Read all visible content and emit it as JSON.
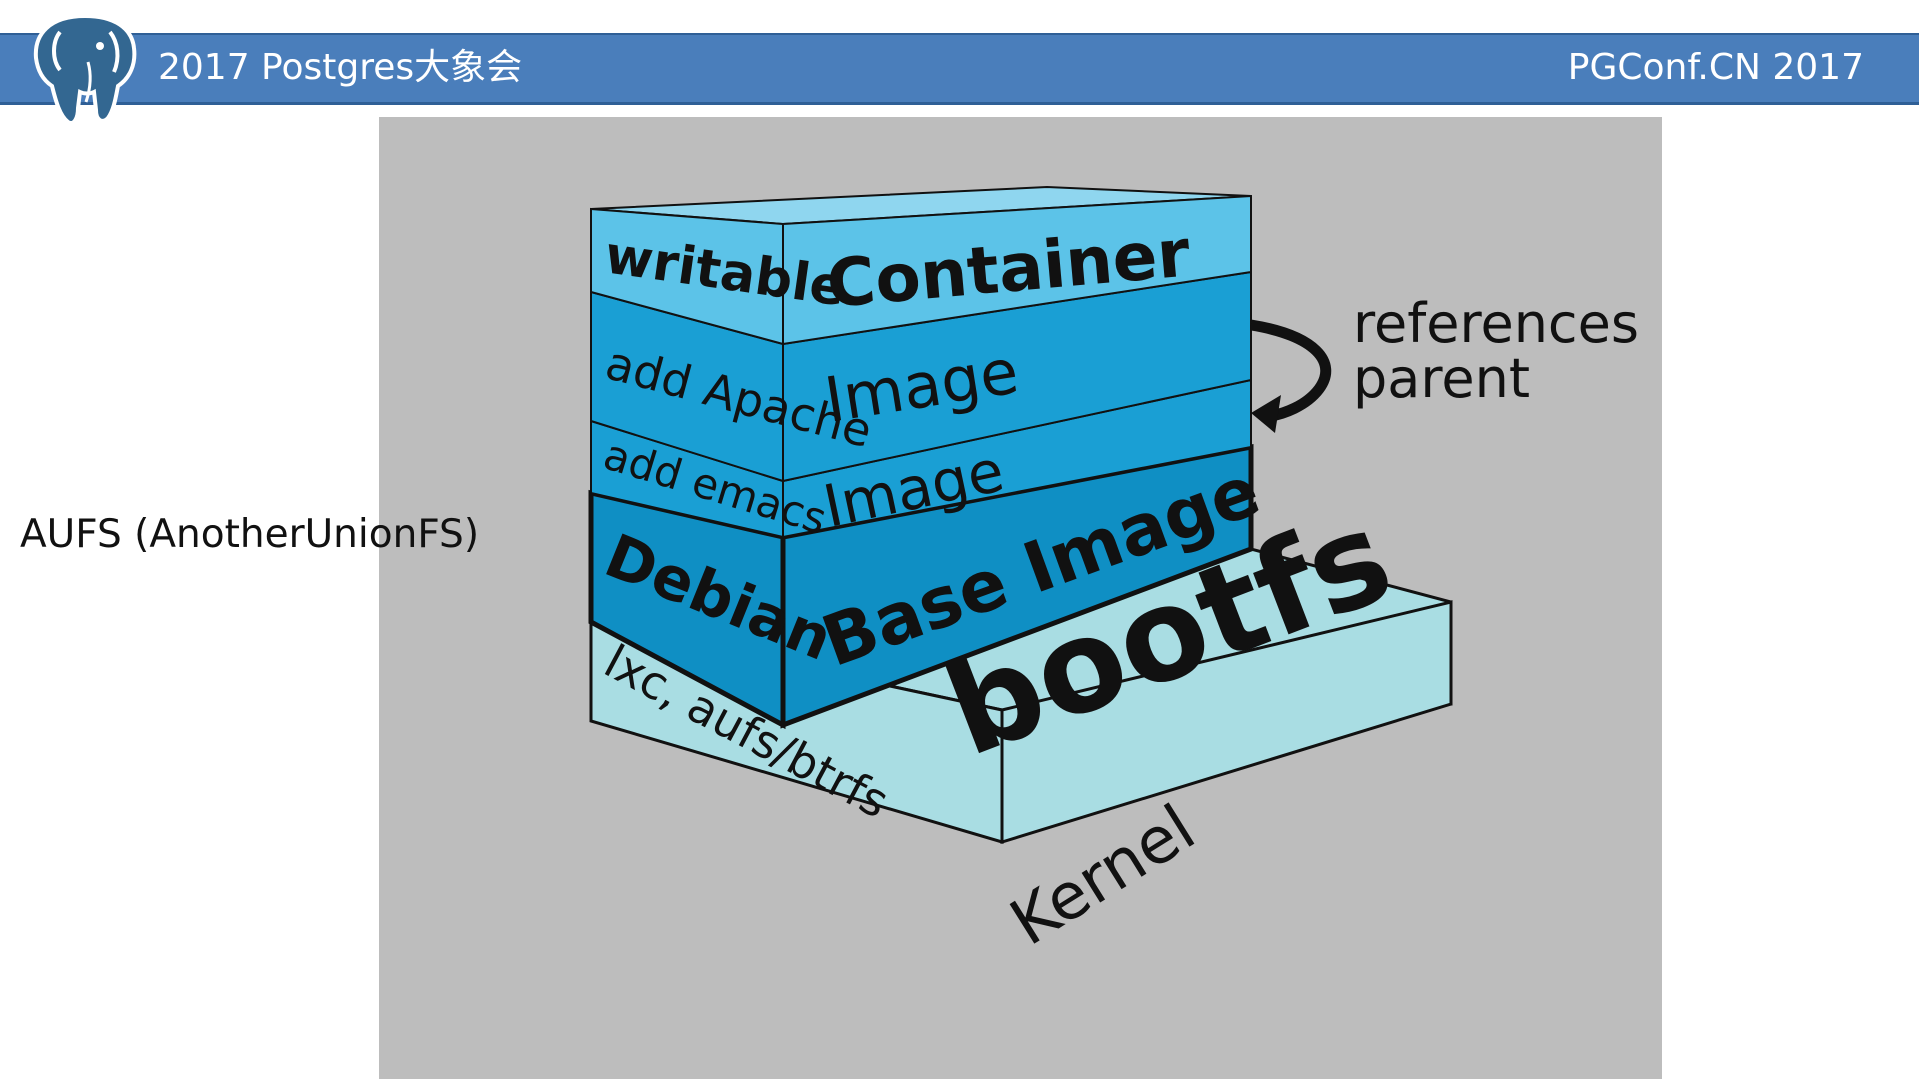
{
  "header": {
    "title": "2017 Postgres大象会",
    "conference": "PGConf.CN 2017",
    "logo_icon": "postgresql-elephant-icon",
    "bar_color": "#4a7ebb"
  },
  "side_text": "AUFS (AnotherUnionFS)",
  "diagram": {
    "background": "#bdbdbd",
    "layers": {
      "container": {
        "left_label": "writable",
        "right_label": "Container"
      },
      "apache": {
        "left_label": "add Apache",
        "right_label": "Image"
      },
      "emacs": {
        "left_label": "add emacs",
        "right_label": "Image"
      },
      "debian": {
        "left_label": "Debian",
        "right_label": "Base Image"
      },
      "bootfs_label": "bootfs",
      "kernel": {
        "left_label": "lxc, aufs/btrfs",
        "right_label": "Kernel"
      }
    },
    "annotation_line1": "references",
    "annotation_line2": "parent",
    "colors": {
      "container": "#5cc3e8",
      "image": "#1a9fd4",
      "base": "#0f8fc4",
      "kernel": "#a9dde3"
    }
  }
}
